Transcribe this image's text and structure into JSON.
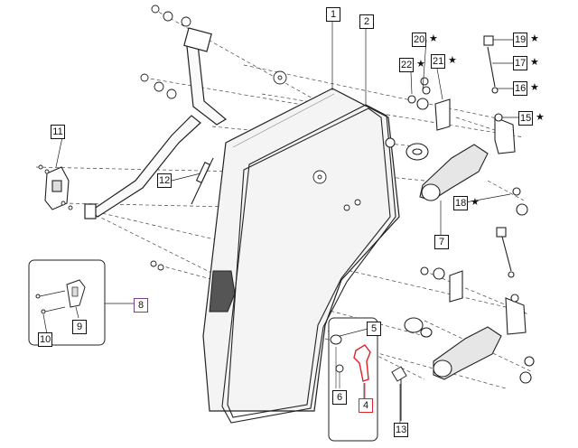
{
  "colors": {
    "line": "#222222",
    "highlight": "#e0202b",
    "group_border": "#7a3e8e",
    "glass": "#f4f4f4"
  },
  "labels": [
    {
      "id": "1",
      "num": "1",
      "star": false
    },
    {
      "id": "2",
      "num": "2",
      "star": false
    },
    {
      "id": "4",
      "num": "4",
      "star": false,
      "style": "red"
    },
    {
      "id": "5",
      "num": "5",
      "star": false
    },
    {
      "id": "6",
      "num": "6",
      "star": false
    },
    {
      "id": "7",
      "num": "7",
      "star": false
    },
    {
      "id": "8",
      "num": "8",
      "star": false,
      "style": "purple"
    },
    {
      "id": "9",
      "num": "9",
      "star": false
    },
    {
      "id": "10",
      "num": "10",
      "star": false
    },
    {
      "id": "11",
      "num": "11",
      "star": false
    },
    {
      "id": "12",
      "num": "12",
      "star": false
    },
    {
      "id": "13",
      "num": "13",
      "star": false
    },
    {
      "id": "15",
      "num": "15",
      "star": true
    },
    {
      "id": "16",
      "num": "16",
      "star": true
    },
    {
      "id": "17",
      "num": "17",
      "star": true
    },
    {
      "id": "18",
      "num": "18",
      "star": true
    },
    {
      "id": "19",
      "num": "19",
      "star": true
    },
    {
      "id": "20",
      "num": "20",
      "star": true
    },
    {
      "id": "21",
      "num": "21",
      "star": true
    },
    {
      "id": "22",
      "num": "22",
      "star": true
    }
  ],
  "star_symbol": "★"
}
